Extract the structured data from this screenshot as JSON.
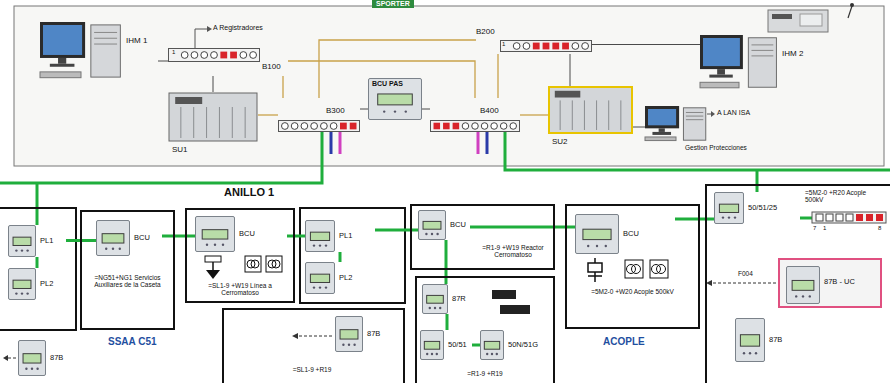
{
  "diagram": {
    "nodes": [
      {
        "text": [
          "IHM 1"
        ]
      },
      {
        "text": [
          "B100"
        ]
      },
      {
        "text": [
          "SU1"
        ]
      },
      {
        "text": [
          "BCU PAS"
        ]
      },
      {
        "text": [
          "B300"
        ]
      },
      {
        "text": [
          "B400"
        ]
      },
      {
        "text": [
          "B200"
        ]
      },
      {
        "text": [
          "SU2"
        ]
      },
      {
        "text": [
          "IHM 2"
        ]
      },
      {
        "text": [
          "Gestion Protecciones"
        ]
      },
      {
        "text": [
          "PL1"
        ]
      },
      {
        "text": [
          "PL2"
        ]
      },
      {
        "text": [
          "=NG51+NG1 Servicios Auxiliares de la Caseta"
        ]
      },
      {
        "text": [
          "BCU"
        ],
        "in": 12
      },
      {
        "text": [
          "=SL1-9 +W19 Línea a Cerromatoso"
        ]
      },
      {
        "text": [
          "BCU"
        ],
        "in": 14
      },
      {
        "text": [
          "PL1"
        ]
      },
      {
        "text": [
          "PL2"
        ]
      },
      {
        "text": [
          "=R1-9 +W19 Reactor Cerromatoso"
        ]
      },
      {
        "text": [
          "BCU"
        ],
        "in": 18
      },
      {
        "text": [
          "=R1-9 +R19"
        ]
      },
      {
        "text": [
          "87R"
        ],
        "in": 20
      },
      {
        "text": [
          "50/51"
        ],
        "in": 20
      },
      {
        "text": [
          "50N/51G"
        ],
        "in": 20
      },
      {
        "text": [
          "=5M2-0 +W20 Acople 500kV"
        ]
      },
      {
        "text": [
          "BCU"
        ],
        "in": 24
      },
      {
        "text": [
          "=5M2-0 +R20 Acople 500kV"
        ]
      },
      {
        "text": [
          "50/51/25"
        ],
        "in": 26
      },
      {
        "text": [
          "87B - UC"
        ],
        "in": 26
      },
      {
        "text": [
          "87B"
        ],
        "in": 26
      },
      {
        "text": [
          "=SL1-9 +R19"
        ]
      },
      {
        "text": [
          "87B"
        ],
        "in": 30
      },
      {
        "text": [
          "87B"
        ]
      }
    ],
    "edges": [
      {
        "from": 0,
        "to": 1,
        "arrow": "none"
      },
      {
        "from": 1,
        "to": 2,
        "arrow": "none"
      },
      {
        "from": 1,
        "to": 4,
        "arrow": "none"
      },
      {
        "from": 1,
        "to": 5,
        "arrow": "none"
      },
      {
        "from": 6,
        "to": 5,
        "arrow": "none"
      },
      {
        "from": 6,
        "to": 4,
        "arrow": "none"
      },
      {
        "from": 6,
        "to": 8,
        "arrow": "none"
      },
      {
        "from": 6,
        "to": 7,
        "arrow": "none"
      },
      {
        "from": 7,
        "to": 9,
        "arrow": "none"
      },
      {
        "from": 2,
        "to": 4,
        "arrow": "none"
      },
      {
        "from": 7,
        "to": 5,
        "arrow": "none"
      },
      {
        "from": 3,
        "to": 4,
        "arrow": "none"
      },
      {
        "from": 3,
        "to": 5,
        "arrow": "none"
      },
      {
        "from": 10,
        "to": 13,
        "arrow": "none"
      },
      {
        "from": 13,
        "to": 15,
        "arrow": "none"
      },
      {
        "from": 15,
        "to": 16,
        "arrow": "none"
      },
      {
        "from": 16,
        "to": 19,
        "arrow": "none"
      },
      {
        "from": 19,
        "to": 25,
        "arrow": "none"
      },
      {
        "from": 25,
        "to": 27,
        "arrow": "none"
      },
      {
        "from": 10,
        "to": 11,
        "arrow": "none"
      },
      {
        "from": 16,
        "to": 17,
        "arrow": "none"
      },
      {
        "from": 19,
        "to": 21,
        "arrow": "none"
      },
      {
        "from": 21,
        "to": 22,
        "arrow": "none"
      },
      {
        "from": 22,
        "to": 23,
        "arrow": "none"
      }
    ],
    "labels": [
      "SPORTER",
      "A Registradores",
      "1",
      "1",
      "A LAN ISA",
      "ANILLO 1",
      "SSAA C51",
      "ACOPLE",
      "F004",
      "7",
      "1",
      "8"
    ]
  }
}
